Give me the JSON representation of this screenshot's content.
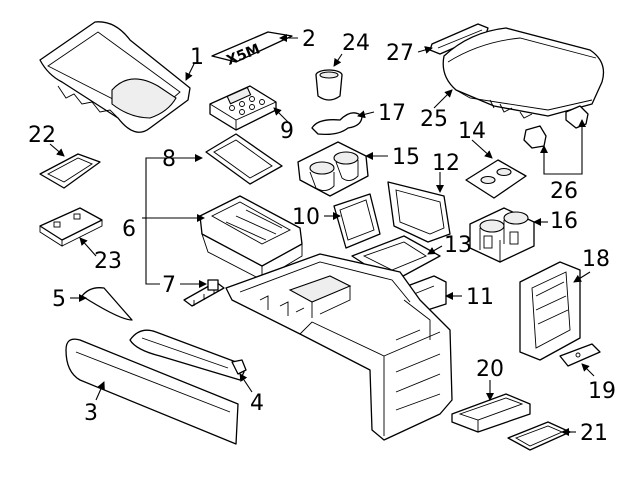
{
  "diagram": {
    "callouts": [
      "1",
      "2",
      "3",
      "4",
      "5",
      "6",
      "7",
      "8",
      "9",
      "10",
      "11",
      "12",
      "13",
      "14",
      "15",
      "16",
      "17",
      "18",
      "19",
      "20",
      "21",
      "22",
      "23",
      "24",
      "25",
      "26",
      "27"
    ],
    "emblem_text": "X5M"
  },
  "colors": {
    "line": "#000000",
    "background": "#ffffff",
    "fill": "#ffffff",
    "shade": "#eeeeee"
  }
}
